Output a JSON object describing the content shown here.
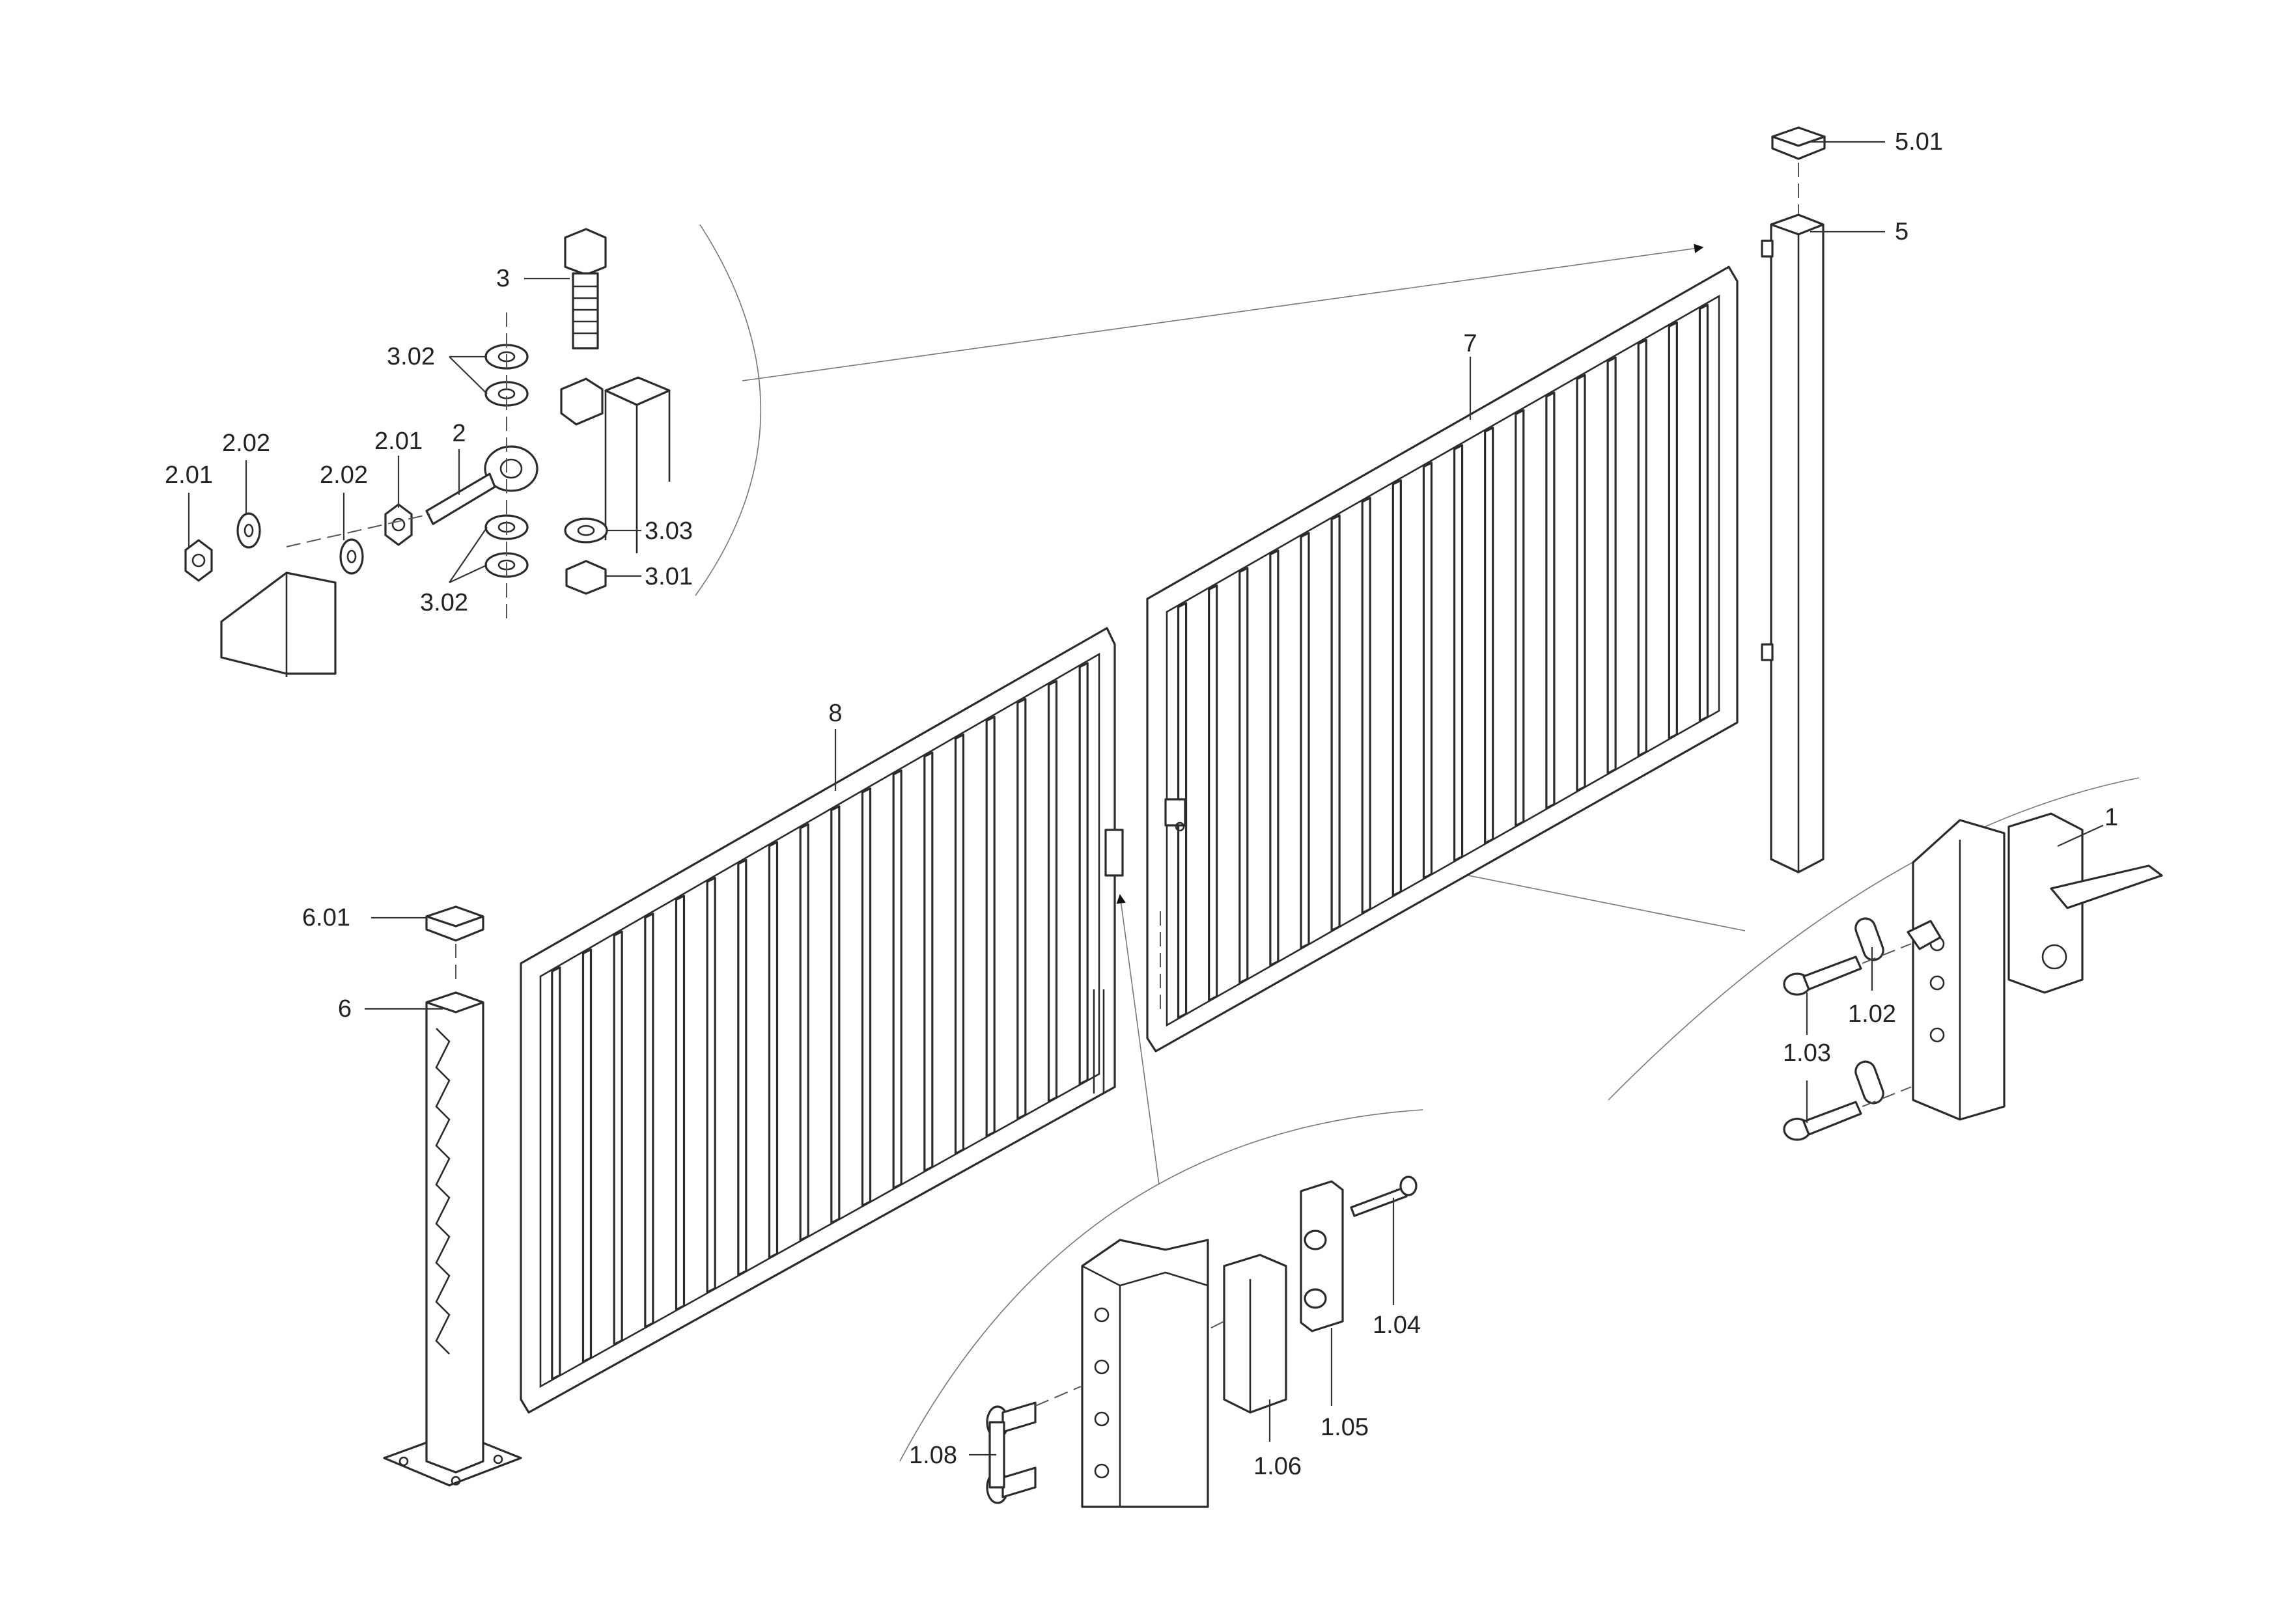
{
  "colors": {
    "line": "#2b2b2b",
    "label": "#222222",
    "background": "#ffffff"
  },
  "labels": {
    "p1": "1",
    "p1_02": "1.02",
    "p1_03": "1.03",
    "p1_04": "1.04",
    "p1_05": "1.05",
    "p1_06": "1.06",
    "p1_08": "1.08",
    "p2": "2",
    "p2_01_left": "2.01",
    "p2_02_left": "2.02",
    "p2_02_right": "2.02",
    "p2_01_right": "2.01",
    "p3": "3",
    "p3_02_top": "3.02",
    "p3_02_bottom": "3.02",
    "p3_03": "3.03",
    "p3_01": "3.01",
    "p5": "5",
    "p5_01": "5.01",
    "p6": "6",
    "p6_01": "6.01",
    "p7": "7",
    "p8": "8"
  }
}
